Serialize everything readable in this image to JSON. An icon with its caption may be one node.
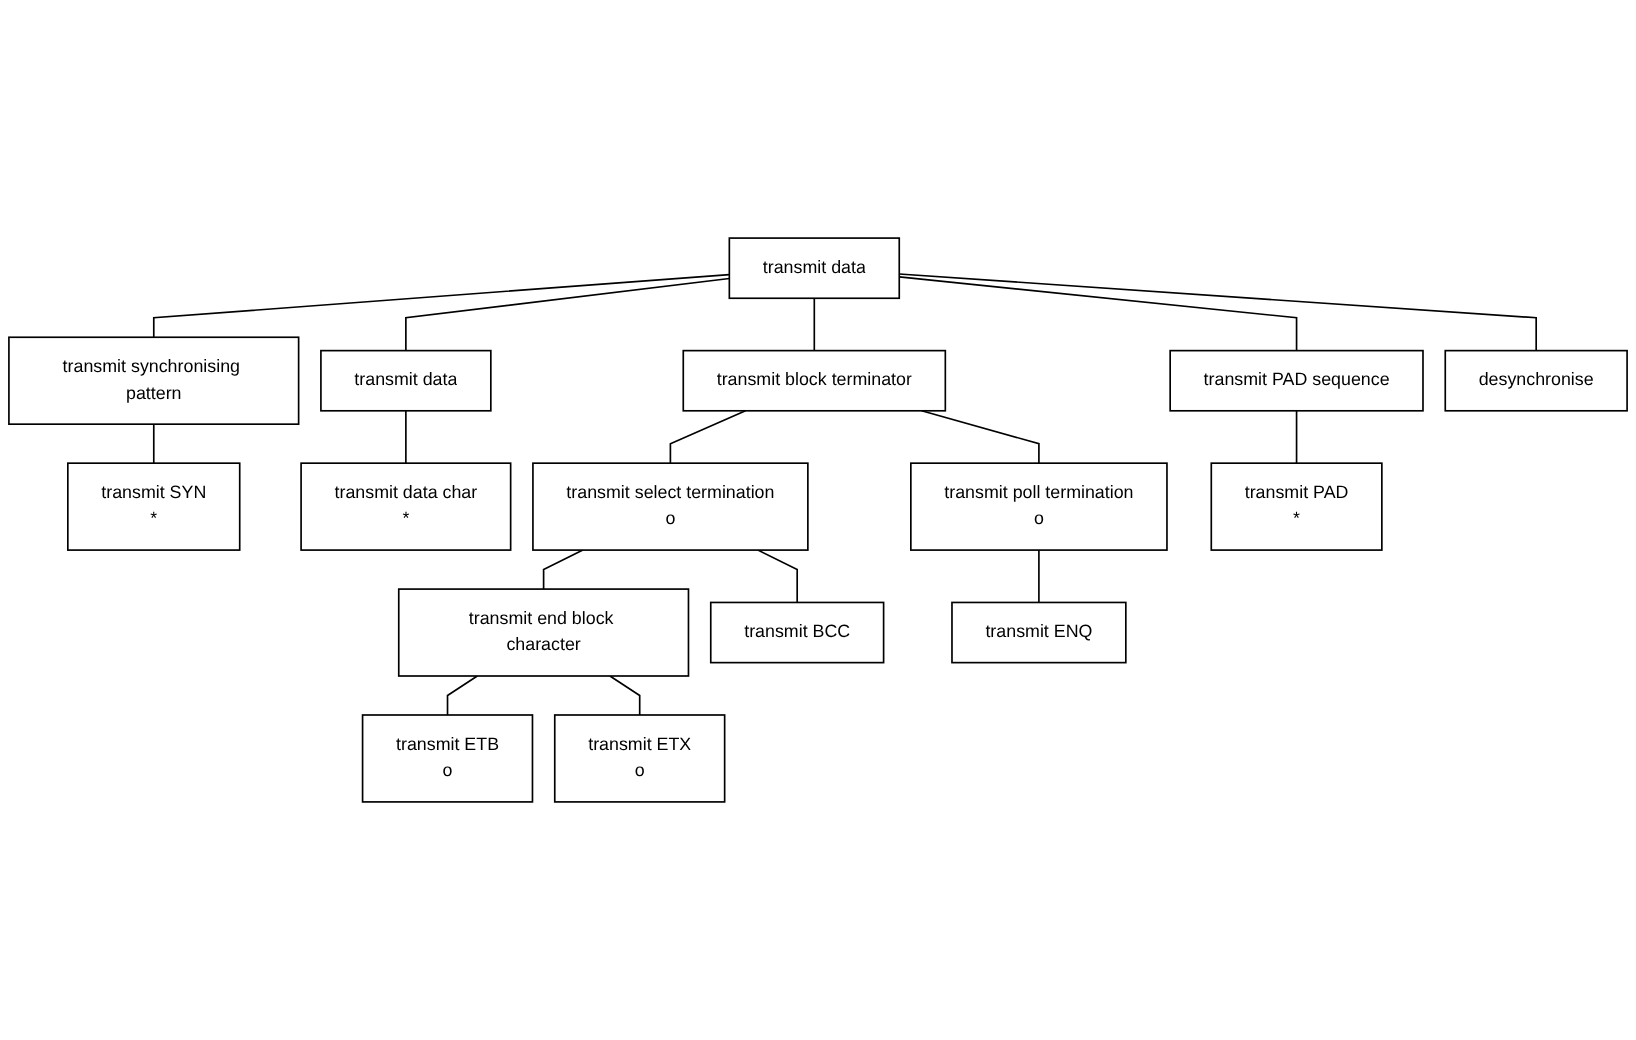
{
  "diagram": {
    "nodes": [
      {
        "text": [
          "transmit data"
        ]
      },
      {
        "text": [
          "transmit synchronising pattern"
        ]
      },
      {
        "text": [
          "transmit data"
        ]
      },
      {
        "text": [
          "transmit block terminator"
        ]
      },
      {
        "text": [
          "transmit PAD sequence"
        ]
      },
      {
        "text": [
          "desynchronise"
        ]
      },
      {
        "text": [
          "transmit SYN",
          "*"
        ]
      },
      {
        "text": [
          "transmit data char",
          "*"
        ]
      },
      {
        "text": [
          "transmit select termination",
          "o"
        ]
      },
      {
        "text": [
          "transmit poll termination",
          "o"
        ]
      },
      {
        "text": [
          "transmit PAD",
          "*"
        ]
      },
      {
        "text": [
          "transmit end block character"
        ]
      },
      {
        "text": [
          "transmit BCC"
        ]
      },
      {
        "text": [
          "transmit ENQ"
        ]
      },
      {
        "text": [
          "transmit ETB",
          "o"
        ]
      },
      {
        "text": [
          "transmit ETX",
          "o"
        ]
      }
    ],
    "edges": [
      {
        "from": 0,
        "to": 1,
        "arrow": "none"
      },
      {
        "from": 0,
        "to": 2,
        "arrow": "none"
      },
      {
        "from": 0,
        "to": 3,
        "arrow": "none"
      },
      {
        "from": 0,
        "to": 4,
        "arrow": "none"
      },
      {
        "from": 0,
        "to": 5,
        "arrow": "none"
      },
      {
        "from": 1,
        "to": 6,
        "arrow": "none"
      },
      {
        "from": 2,
        "to": 7,
        "arrow": "none"
      },
      {
        "from": 3,
        "to": 8,
        "arrow": "none"
      },
      {
        "from": 3,
        "to": 9,
        "arrow": "none"
      },
      {
        "from": 4,
        "to": 10,
        "arrow": "none"
      },
      {
        "from": 8,
        "to": 11,
        "arrow": "none"
      },
      {
        "from": 8,
        "to": 12,
        "arrow": "none"
      },
      {
        "from": 9,
        "to": 13,
        "arrow": "none"
      },
      {
        "from": 11,
        "to": 14,
        "arrow": "none"
      },
      {
        "from": 11,
        "to": 15,
        "arrow": "none"
      }
    ]
  }
}
